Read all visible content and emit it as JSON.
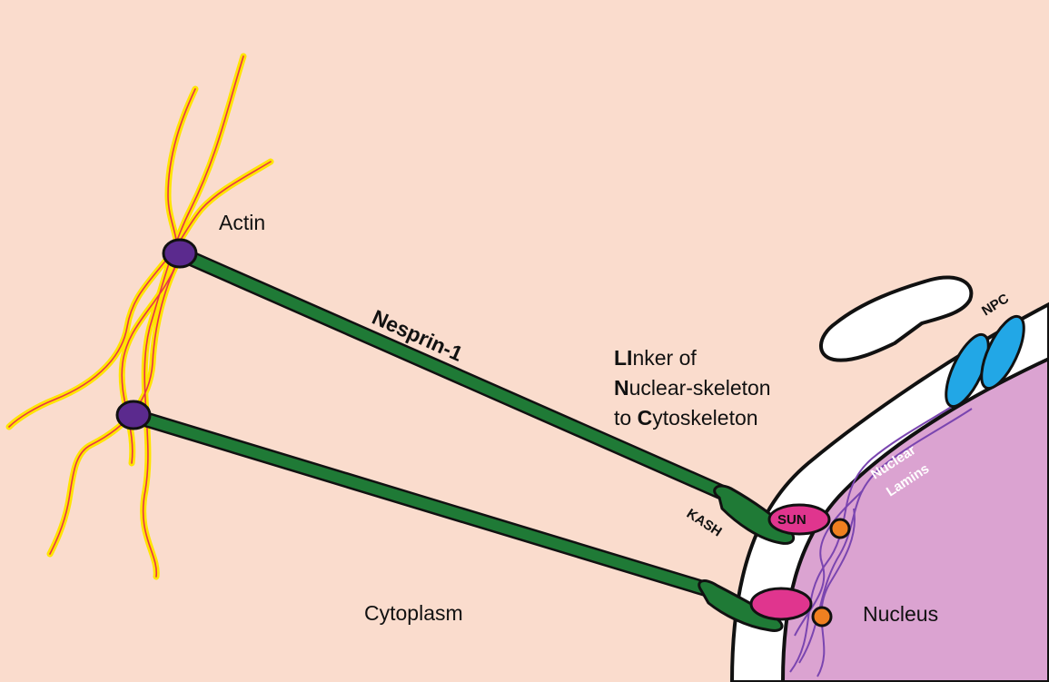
{
  "labels": {
    "actin": "Actin",
    "nesprin": "Nesprin-1",
    "linc_line1_bold": "LI",
    "linc_line1_rest": "nker of",
    "linc_line2_bold": "N",
    "linc_line2_rest": "uclear-skeleton",
    "linc_line3_pre": "to ",
    "linc_line3_bold": "C",
    "linc_line3_rest": "ytoskeleton",
    "kash": "KASH",
    "sun": "SUN",
    "npc": "NPC",
    "nuclear_lamins_1": "Nuclear",
    "nuclear_lamins_2": "Lamins",
    "cytoplasm": "Cytoplasm",
    "nucleus": "Nucleus"
  },
  "colors": {
    "background": "#fadccd",
    "nucleus": "#dba3d1",
    "envelope": "#ffffff",
    "nesprin": "#1f7a36",
    "actin_outer": "#ffe400",
    "actin_inner": "#e8334a",
    "anchor": "#5b2a8e",
    "sun": "#e0358e",
    "sun_knob": "#f08020",
    "npc": "#22a7e6",
    "lamins": "#7a45b0"
  }
}
